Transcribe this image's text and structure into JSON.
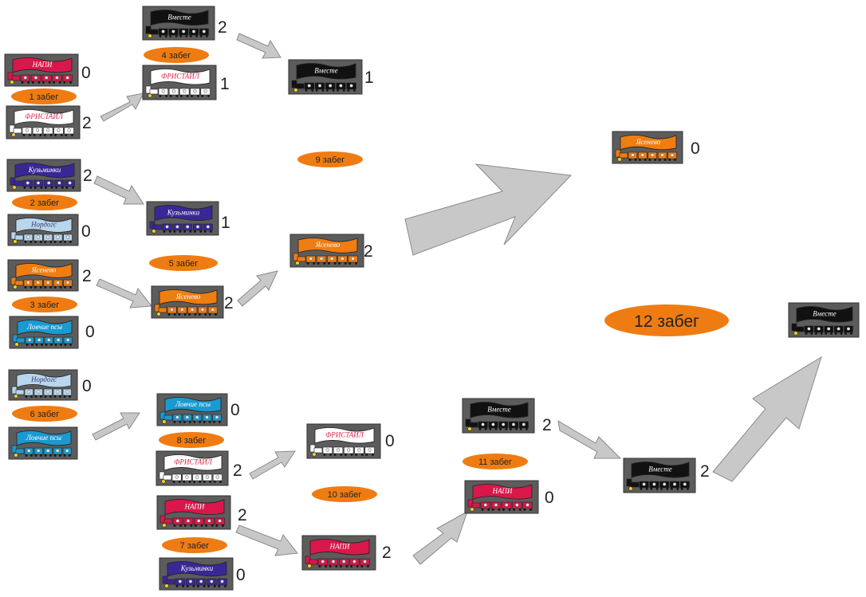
{
  "teams": {
    "napi": {
      "name": "НАПИ",
      "color": "#d9174a",
      "text": "#ffffff"
    },
    "fristajl": {
      "name": "ФРИСТАЙЛ",
      "color": "#ffffff",
      "text": "#e0204a"
    },
    "vmeste": {
      "name": "Вместе",
      "color": "#111111",
      "text": "#ffffff"
    },
    "kuzminki": {
      "name": "Кузьминки",
      "color": "#3a2796",
      "text": "#ffffff"
    },
    "nordogs": {
      "name": "Нордогс",
      "color": "#b8d6ee",
      "text": "#3a3a6a"
    },
    "yasenevo": {
      "name": "Ясенево",
      "color": "#ee7d12",
      "text": "#ffffff"
    },
    "lovchie": {
      "name": "Ловчие псы",
      "color": "#1a9ad0",
      "text": "#ffffff"
    }
  },
  "heats": {
    "h1": "1 забег",
    "h2": "2 забег",
    "h3": "3 забег",
    "h4": "4 забег",
    "h5": "5 забег",
    "h6": "6 забег",
    "h7": "7 забег",
    "h8": "8 забег",
    "h9": "9 забег",
    "h10": "10 забег",
    "h11": "11 забег",
    "h12": "12 забег"
  },
  "entries": [
    {
      "team": "napi",
      "score": "0"
    },
    {
      "team": "fristajl",
      "score": "2"
    },
    {
      "team": "kuzminki",
      "score": "2"
    },
    {
      "team": "nordogs",
      "score": "0"
    },
    {
      "team": "yasenevo",
      "score": "2"
    },
    {
      "team": "lovchie",
      "score": "0"
    },
    {
      "team": "nordogs",
      "score": "0"
    },
    {
      "team": "lovchie",
      "score": ""
    },
    {
      "team": "vmeste",
      "score": "2"
    },
    {
      "team": "fristajl",
      "score": "1"
    },
    {
      "team": "kuzminki",
      "score": "1"
    },
    {
      "team": "yasenevo",
      "score": "2"
    },
    {
      "team": "lovchie",
      "score": "0"
    },
    {
      "team": "fristajl",
      "score": "2"
    },
    {
      "team": "napi",
      "score": "2"
    },
    {
      "team": "kuzminki",
      "score": "0"
    },
    {
      "team": "vmeste",
      "score": "1"
    },
    {
      "team": "yasenevo",
      "score": "2"
    },
    {
      "team": "fristajl",
      "score": "0"
    },
    {
      "team": "napi",
      "score": "2"
    },
    {
      "team": "vmeste",
      "score": "2"
    },
    {
      "team": "napi",
      "score": "0"
    },
    {
      "team": "yasenevo",
      "score": "0"
    },
    {
      "team": "vmeste",
      "score": "2"
    },
    {
      "team": "vmeste",
      "score": ""
    }
  ]
}
